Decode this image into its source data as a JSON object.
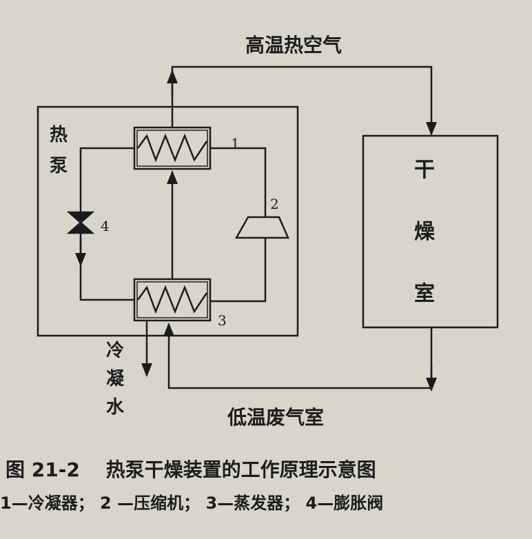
{
  "diagram": {
    "hot_air_label": "高温热空气",
    "waste_air_label": "低温废气室",
    "heat_pump_label": [
      "热",
      "泵"
    ],
    "dryer_label": [
      "干",
      "燥",
      "室"
    ],
    "condensate_label": [
      "冷",
      "凝",
      "水"
    ],
    "component_numbers": {
      "condenser": "1",
      "compressor": "2",
      "evaporator": "3",
      "expansion_valve": "4"
    }
  },
  "caption": {
    "figure_number": "图 21-2",
    "title": "热泵干燥装置的工作原理示意图",
    "legend": "1—冷凝器； 2 —压缩机； 3—蒸发器； 4—膨胀阀"
  },
  "colors": {
    "background": "#d8d5cb",
    "ink": "#1c1c1c"
  }
}
